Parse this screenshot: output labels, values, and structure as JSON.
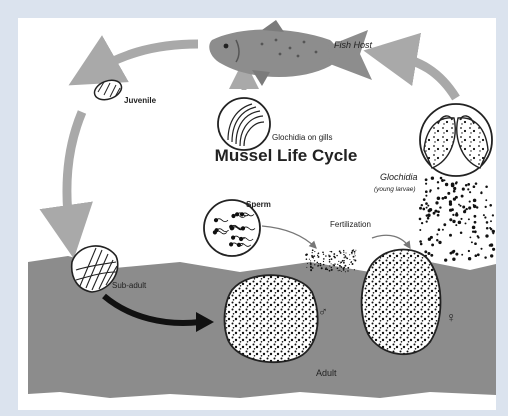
{
  "title": "Mussel Life Cycle",
  "labels": {
    "fish_host": "Fish Host",
    "juvenile": "Juvenile",
    "glochidia_on_gills": "Glochidia on gills",
    "glochidia": "Glochidia",
    "glochidia_sub": "(young larvae)",
    "sperm": "Sperm",
    "fertilization": "Fertilization",
    "sub_adult": "Sub-adult",
    "adult": "Adult",
    "male_symbol": "♂",
    "female_symbol": "♀"
  },
  "colors": {
    "background_frame": "#dbe3ee",
    "panel": "#ffffff",
    "river_bed": "#8c8c8c",
    "arrow_gray": "#a9a9a9",
    "fish": "#8d8d8d",
    "ink": "#111111"
  }
}
